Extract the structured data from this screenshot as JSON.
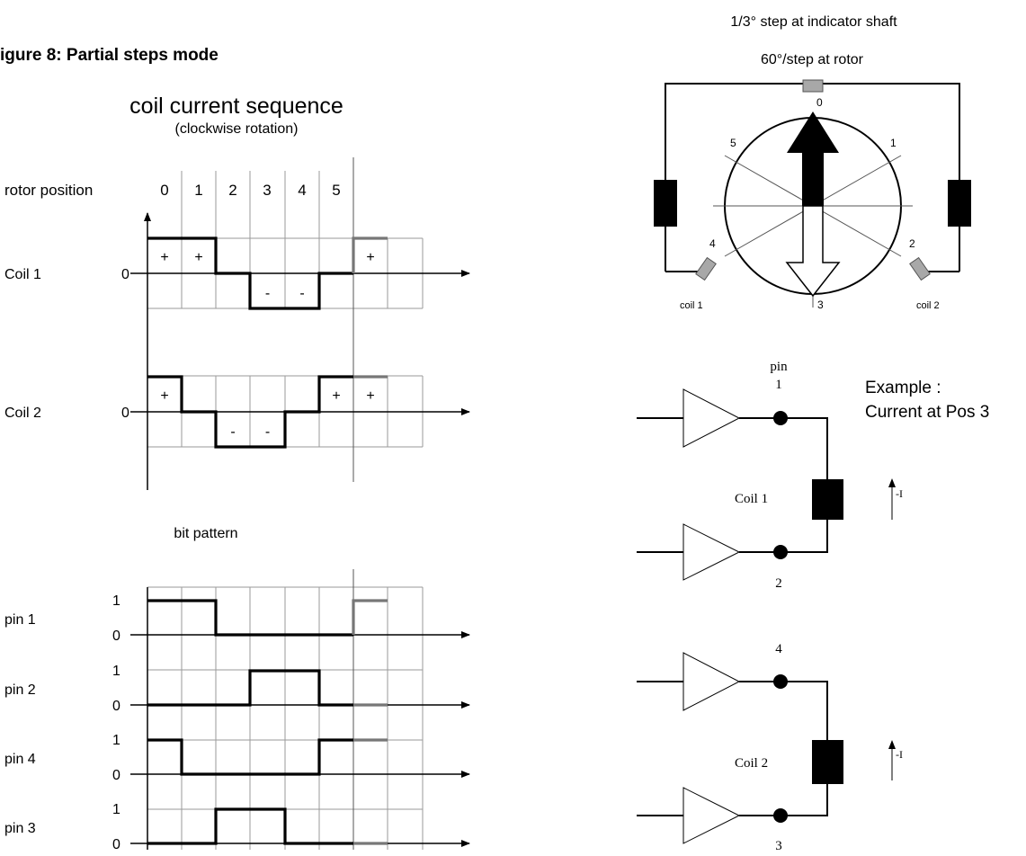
{
  "figure_title": "igure 8: Partial steps mode",
  "timing": {
    "title": "coil current sequence",
    "subtitle": "(clockwise rotation)",
    "rotor_position_label": "rotor position",
    "positions": [
      "0",
      "1",
      "2",
      "3",
      "4",
      "5"
    ],
    "coil_rows": [
      {
        "label": "Coil 1",
        "zero": "0",
        "levels": [
          1,
          1,
          0,
          -1,
          -1,
          0
        ],
        "next_level": 1,
        "marks": [
          "+",
          "+",
          "",
          "-",
          "-",
          "",
          "+"
        ]
      },
      {
        "label": "Coil 2",
        "zero": "0",
        "levels": [
          1,
          0,
          -1,
          -1,
          0,
          1
        ],
        "next_level": 1,
        "marks": [
          "+",
          "",
          "-",
          "-",
          "",
          "+",
          "+"
        ]
      }
    ],
    "bit_pattern_title": "bit pattern",
    "pin_rows": [
      {
        "label": "pin 1",
        "high": "1",
        "low": "0",
        "bits": [
          1,
          1,
          0,
          0,
          0,
          0
        ],
        "next_bit": 1
      },
      {
        "label": "pin 2",
        "high": "1",
        "low": "0",
        "bits": [
          0,
          0,
          0,
          1,
          1,
          0
        ],
        "next_bit": 0
      },
      {
        "label": "pin 4",
        "high": "1",
        "low": "0",
        "bits": [
          1,
          0,
          0,
          0,
          0,
          1
        ],
        "next_bit": 1
      },
      {
        "label": "pin 3",
        "high": "1",
        "low": "0",
        "bits": [
          0,
          0,
          1,
          1,
          0,
          0
        ],
        "next_bit": 0
      }
    ]
  },
  "rotor": {
    "title_line1": "1/3° step at indicator shaft",
    "title_line2": "60°/step at rotor",
    "position_labels": [
      "0",
      "1",
      "2",
      "3",
      "4",
      "5"
    ],
    "coil1_label": "coil 1",
    "coil2_label": "coil 2"
  },
  "circuit": {
    "pin_label": "pin",
    "example_line1": "Example :",
    "example_line2": "Current at Pos 3",
    "current_label": "-I",
    "coil_a": {
      "label": "Coil 1",
      "top_pin": "1",
      "bottom_pin": "2"
    },
    "coil_b": {
      "label": "Coil 2",
      "top_pin": "4",
      "bottom_pin": "3"
    }
  },
  "colors": {
    "line": "#000000",
    "grid": "#9a9a9a",
    "next_step": "#777777",
    "pad": "#a8a8a8"
  }
}
